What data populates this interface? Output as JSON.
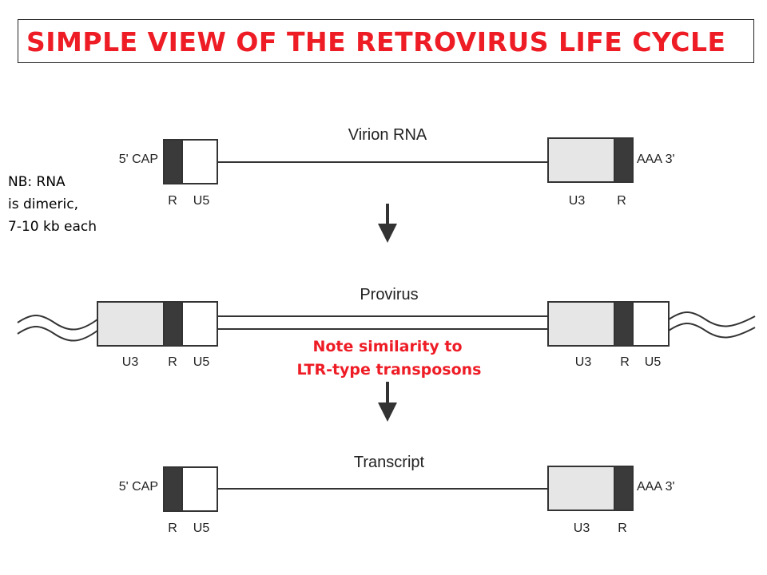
{
  "title": "SIMPLE VIEW OF THE RETROVIRUS LIFE CYCLE",
  "note_nb": [
    "NB: RNA",
    "is dimeric,",
    "7-10 kb each"
  ],
  "virion": {
    "heading": "Virion RNA",
    "left_end": "5' CAP",
    "right_end": "AAA 3'",
    "left_labels": [
      "R",
      "U5"
    ],
    "right_labels": [
      "U3",
      "R"
    ]
  },
  "provirus": {
    "heading": "Provirus",
    "left_labels": [
      "U3",
      "R",
      "U5"
    ],
    "right_labels": [
      "U3",
      "R",
      "U5"
    ]
  },
  "note": [
    "Note similarity to",
    "LTR-type transposons"
  ],
  "transcript": {
    "heading": "Transcript",
    "left_end": "5' CAP",
    "right_end": "AAA 3'",
    "left_labels": [
      "R",
      "U5"
    ],
    "right_labels": [
      "U3",
      "R"
    ]
  },
  "colors": {
    "title": "#ee1c25",
    "r_region": "#3a3a3a",
    "u3_region": "#e6e6e6"
  }
}
